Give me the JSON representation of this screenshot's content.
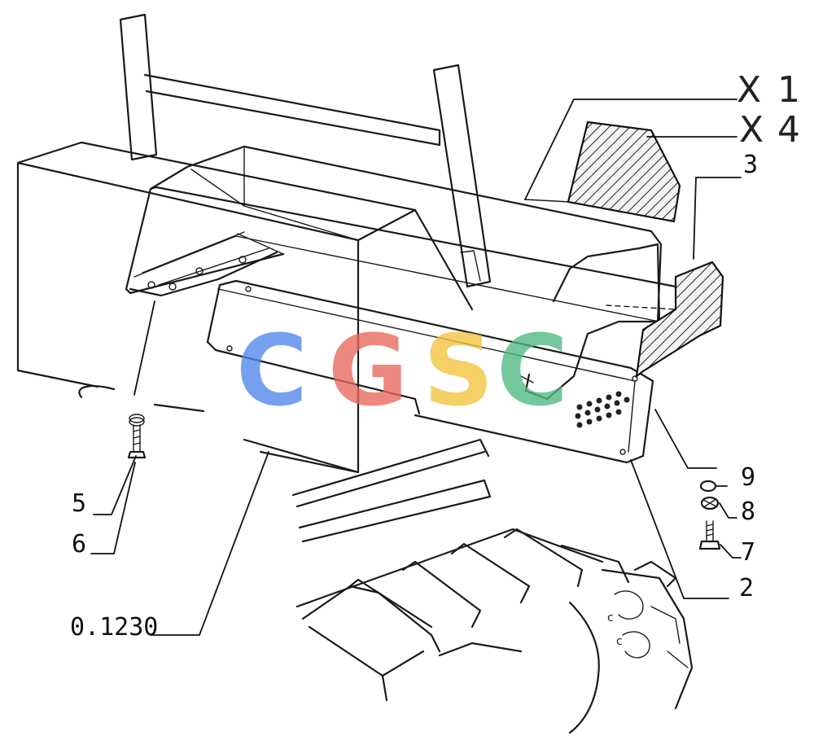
{
  "diagram": {
    "callouts": [
      {
        "id": "1",
        "label": "1"
      },
      {
        "id": "4",
        "label": "4"
      },
      {
        "id": "3",
        "label": "3"
      },
      {
        "id": "9",
        "label": "9"
      },
      {
        "id": "8",
        "label": "8"
      },
      {
        "id": "7",
        "label": "7"
      },
      {
        "id": "2",
        "label": "2"
      },
      {
        "id": "5",
        "label": "5"
      },
      {
        "id": "6",
        "label": "6"
      },
      {
        "id": "ref",
        "label": "0.1230"
      }
    ],
    "handwritten_marks": [
      "X",
      "X"
    ],
    "wheel_marks": [
      "c",
      "c"
    ],
    "watermark": {
      "letters": [
        {
          "char": "C",
          "color": "#4f86ec"
        },
        {
          "char": "G",
          "color": "#e8675a"
        },
        {
          "char": "S",
          "color": "#f2c43c"
        },
        {
          "char": "C",
          "color": "#4fb981"
        }
      ]
    }
  }
}
